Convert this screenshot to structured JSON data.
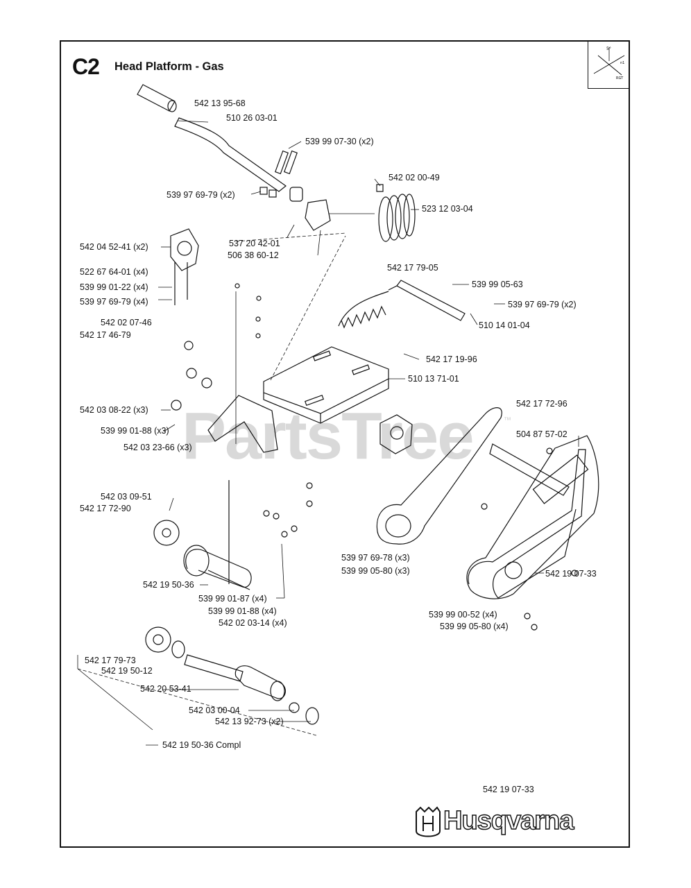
{
  "header": {
    "code": "C2",
    "title": "Head Platform - Gas"
  },
  "labels": [
    {
      "id": "p1",
      "text": "542 13 95-68"
    },
    {
      "id": "p2",
      "text": "510 26 03-01"
    },
    {
      "id": "p3",
      "text": "539 99 07-30 (x2)"
    },
    {
      "id": "p4",
      "text": "542 02 00-49"
    },
    {
      "id": "p5",
      "text": "523 12 03-04"
    },
    {
      "id": "p6",
      "text": "539 97 69-79 (x2)"
    },
    {
      "id": "p7",
      "text": "537 20 42-01"
    },
    {
      "id": "p8",
      "text": "506 38 60-12"
    },
    {
      "id": "p9",
      "text": "542 04 52-41 (x2)"
    },
    {
      "id": "p10",
      "text": "522 67 64-01 (x4)"
    },
    {
      "id": "p11",
      "text": "539 99 01-22 (x4)"
    },
    {
      "id": "p12",
      "text": "539 97 69-79 (x4)"
    },
    {
      "id": "p13",
      "text": "542 17 79-05"
    },
    {
      "id": "p14",
      "text": "539 99 05-63"
    },
    {
      "id": "p15",
      "text": "539 97 69-79 (x2)"
    },
    {
      "id": "p16",
      "text": "510 14 01-04"
    },
    {
      "id": "p17",
      "text": "542 02 07-46"
    },
    {
      "id": "p18",
      "text": "542 17 46-79"
    },
    {
      "id": "p19",
      "text": "542 17 19-96"
    },
    {
      "id": "p20",
      "text": "510 13 71-01"
    },
    {
      "id": "p21",
      "text": "542 17 72-96"
    },
    {
      "id": "p22",
      "text": "542 03 08-22 (x3)"
    },
    {
      "id": "p23",
      "text": "539 99 01-88 (x3)"
    },
    {
      "id": "p24",
      "text": "504 87 57-02"
    },
    {
      "id": "p25",
      "text": "542 03 23-66 (x3)"
    },
    {
      "id": "p26",
      "text": "542 03 09-51"
    },
    {
      "id": "p27",
      "text": "542 17 72-90"
    },
    {
      "id": "p28",
      "text": "539 97 69-78 (x3)"
    },
    {
      "id": "p29",
      "text": "539 99 05-80 (x3)"
    },
    {
      "id": "p30",
      "text": "542 19 07-33"
    },
    {
      "id": "p31",
      "text": "542 19 50-36"
    },
    {
      "id": "p32",
      "text": "539 99 01-87 (x4)"
    },
    {
      "id": "p33",
      "text": "539 99 01-88 (x4)"
    },
    {
      "id": "p34",
      "text": "542 02 03-14 (x4)"
    },
    {
      "id": "p35",
      "text": "539 99 00-52 (x4)"
    },
    {
      "id": "p36",
      "text": "539 99 05-80 (x4)"
    },
    {
      "id": "p37",
      "text": "542 17 79-73"
    },
    {
      "id": "p38",
      "text": "542 19 50-12"
    },
    {
      "id": "p39",
      "text": "542 20 53-41"
    },
    {
      "id": "p40",
      "text": "542 03 00-04"
    },
    {
      "id": "p41",
      "text": "542 13 92-73 (x2)"
    },
    {
      "id": "p42",
      "text": "542 19 50-36 Compl"
    }
  ],
  "footer": {
    "drawing_number": "542 19 07-33"
  },
  "watermark": {
    "text": "PartsTree",
    "tm": "™"
  },
  "brand": {
    "name": "Husqvarna"
  }
}
